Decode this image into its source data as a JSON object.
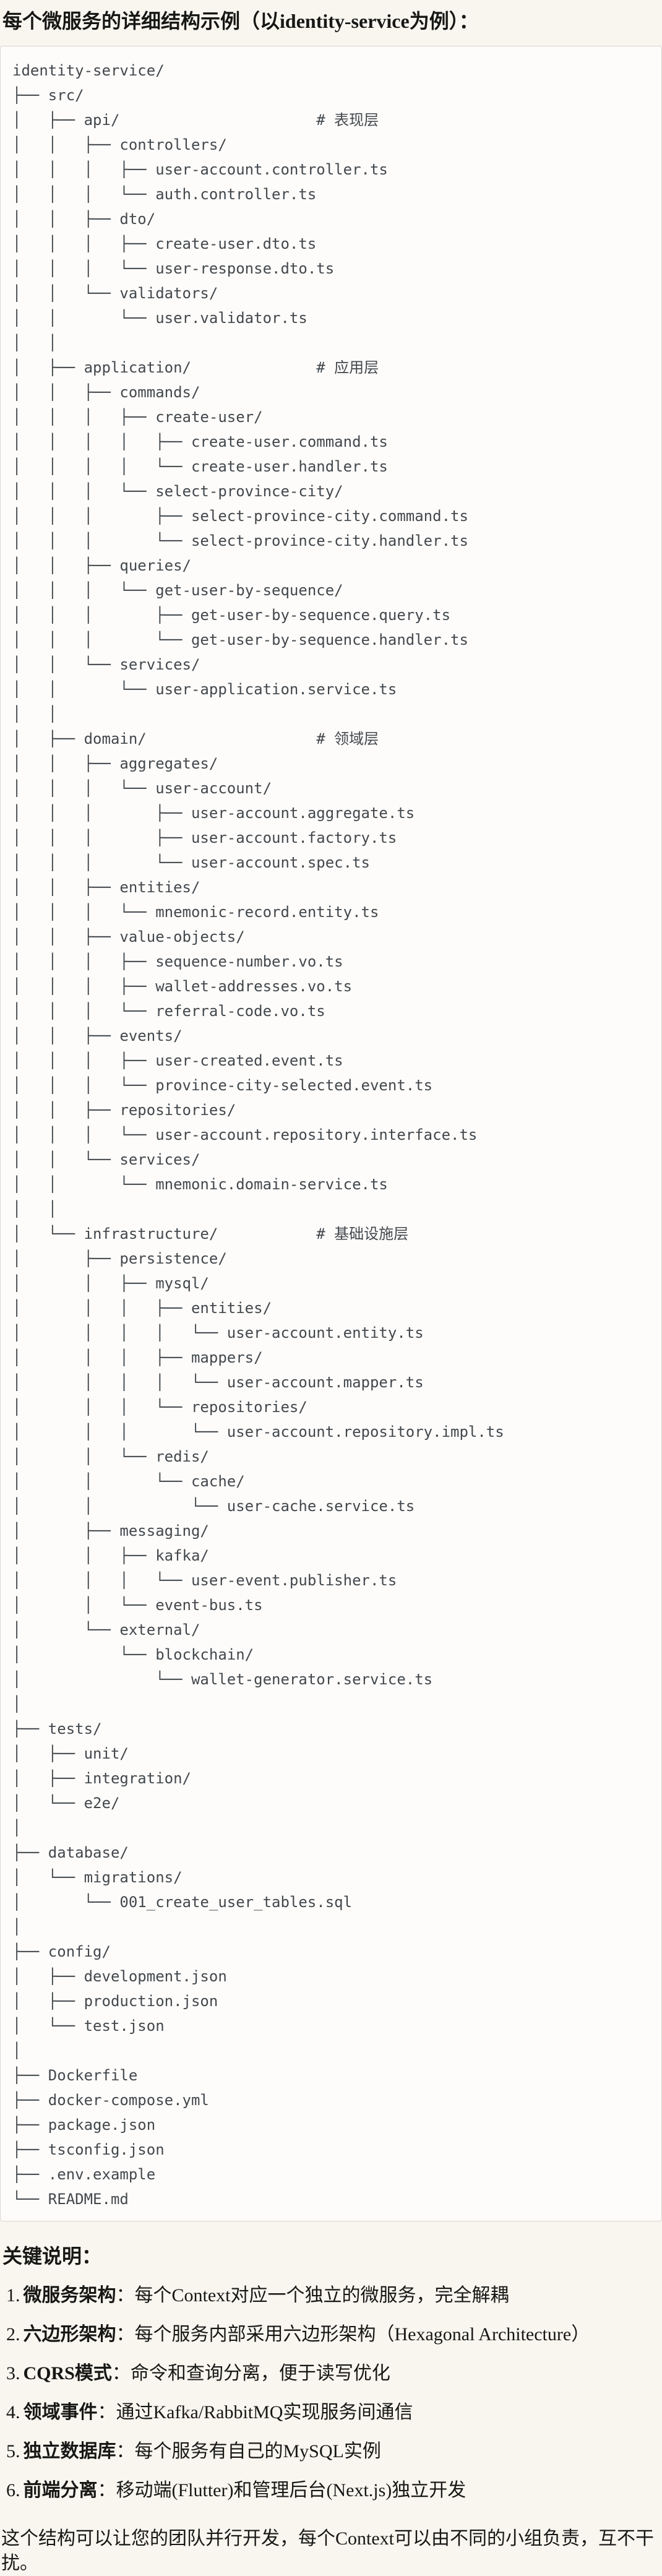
{
  "colors": {
    "page-bg": "#f8f6ef",
    "code-bg": "#fdfcfa",
    "code-border": "#d9d6cf",
    "tree-text": "#43484d",
    "body-text": "#171715"
  },
  "header": {
    "title": "每个微服务的详细结构示例（以identity-service为例）："
  },
  "tree_lines": [
    "identity-service/",
    "├── src/",
    "│   ├── api/                      # 表现层",
    "│   │   ├── controllers/",
    "│   │   │   ├── user-account.controller.ts",
    "│   │   │   └── auth.controller.ts",
    "│   │   ├── dto/",
    "│   │   │   ├── create-user.dto.ts",
    "│   │   │   └── user-response.dto.ts",
    "│   │   └── validators/",
    "│   │       └── user.validator.ts",
    "│   │",
    "│   ├── application/              # 应用层",
    "│   │   ├── commands/",
    "│   │   │   ├── create-user/",
    "│   │   │   │   ├── create-user.command.ts",
    "│   │   │   │   └── create-user.handler.ts",
    "│   │   │   └── select-province-city/",
    "│   │   │       ├── select-province-city.command.ts",
    "│   │   │       └── select-province-city.handler.ts",
    "│   │   ├── queries/",
    "│   │   │   └── get-user-by-sequence/",
    "│   │   │       ├── get-user-by-sequence.query.ts",
    "│   │   │       └── get-user-by-sequence.handler.ts",
    "│   │   └── services/",
    "│   │       └── user-application.service.ts",
    "│   │",
    "│   ├── domain/                   # 领域层",
    "│   │   ├── aggregates/",
    "│   │   │   └── user-account/",
    "│   │   │       ├── user-account.aggregate.ts",
    "│   │   │       ├── user-account.factory.ts",
    "│   │   │       └── user-account.spec.ts",
    "│   │   ├── entities/",
    "│   │   │   └── mnemonic-record.entity.ts",
    "│   │   ├── value-objects/",
    "│   │   │   ├── sequence-number.vo.ts",
    "│   │   │   ├── wallet-addresses.vo.ts",
    "│   │   │   └── referral-code.vo.ts",
    "│   │   ├── events/",
    "│   │   │   ├── user-created.event.ts",
    "│   │   │   └── province-city-selected.event.ts",
    "│   │   ├── repositories/",
    "│   │   │   └── user-account.repository.interface.ts",
    "│   │   └── services/",
    "│   │       └── mnemonic.domain-service.ts",
    "│   │",
    "│   └── infrastructure/           # 基础设施层",
    "│       ├── persistence/",
    "│       │   ├── mysql/",
    "│       │   │   ├── entities/",
    "│       │   │   │   └── user-account.entity.ts",
    "│       │   │   ├── mappers/",
    "│       │   │   │   └── user-account.mapper.ts",
    "│       │   │   └── repositories/",
    "│       │   │       └── user-account.repository.impl.ts",
    "│       │   └── redis/",
    "│       │       └── cache/",
    "│       │           └── user-cache.service.ts",
    "│       ├── messaging/",
    "│       │   ├── kafka/",
    "│       │   │   └── user-event.publisher.ts",
    "│       │   └── event-bus.ts",
    "│       └── external/",
    "│           └── blockchain/",
    "│               └── wallet-generator.service.ts",
    "│",
    "├── tests/",
    "│   ├── unit/",
    "│   ├── integration/",
    "│   └── e2e/",
    "│",
    "├── database/",
    "│   └── migrations/",
    "│       └── 001_create_user_tables.sql",
    "│",
    "├── config/",
    "│   ├── development.json",
    "│   ├── production.json",
    "│   └── test.json",
    "│",
    "├── Dockerfile",
    "├── docker-compose.yml",
    "├── package.json",
    "├── tsconfig.json",
    "├── .env.example",
    "└── README.md"
  ],
  "notes": {
    "heading": "关键说明：",
    "items": [
      {
        "num": "1.",
        "term": "微服务架构",
        "desc": "：每个Context对应一个独立的微服务，完全解耦"
      },
      {
        "num": "2.",
        "term": "六边形架构",
        "desc": "：每个服务内部采用六边形架构（Hexagonal Architecture）"
      },
      {
        "num": "3.",
        "term": "CQRS模式",
        "desc": "：命令和查询分离，便于读写优化"
      },
      {
        "num": "4.",
        "term": "领域事件",
        "desc": "：通过Kafka/RabbitMQ实现服务间通信"
      },
      {
        "num": "5.",
        "term": "独立数据库",
        "desc": "：每个服务有自己的MySQL实例"
      },
      {
        "num": "6.",
        "term": "前端分离",
        "desc": "：移动端(Flutter)和管理后台(Next.js)独立开发"
      }
    ],
    "footer": "这个结构可以让您的团队并行开发，每个Context可以由不同的小组负责，互不干扰。"
  }
}
